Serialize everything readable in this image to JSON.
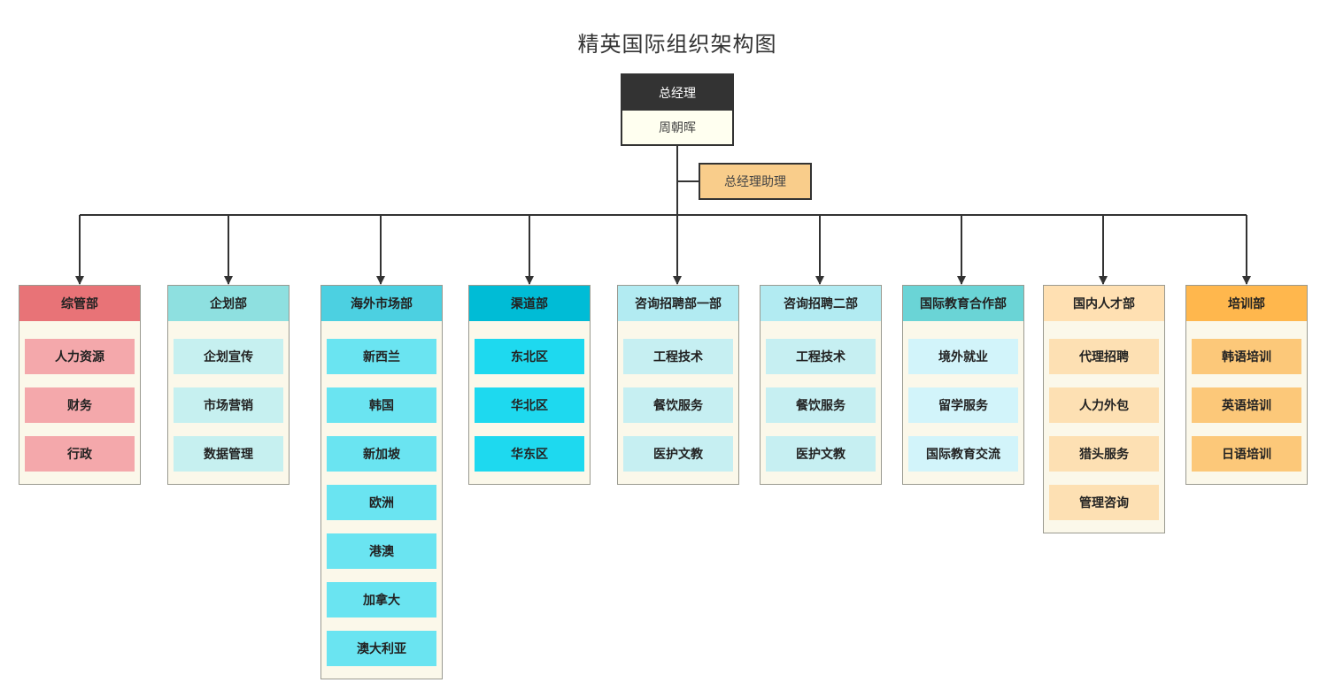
{
  "title": "精英国际组织架构图",
  "general_manager": {
    "role": "总经理",
    "name": "周朝晖"
  },
  "assistant": "总经理助理",
  "departments": [
    {
      "name": "综管部",
      "head_color": "#e87377",
      "item_color": "#f4a8ab",
      "items": [
        "人力资源",
        "财务",
        "行政"
      ]
    },
    {
      "name": "企划部",
      "head_color": "#8ee0e0",
      "item_color": "#c6f0f0",
      "items": [
        "企划宣传",
        "市场营销",
        "数据管理"
      ]
    },
    {
      "name": "海外市场部",
      "head_color": "#4cd0e1",
      "item_color": "#6ae4f1",
      "items": [
        "新西兰",
        "韩国",
        "新加坡",
        "欧洲",
        "港澳",
        "加拿大",
        "澳大利亚"
      ]
    },
    {
      "name": "渠道部",
      "head_color": "#00bcd6",
      "item_color": "#1ed9ef",
      "items": [
        "东北区",
        "华北区",
        "华东区"
      ]
    },
    {
      "name": "咨询招聘部一部",
      "head_color": "#b2ebf2",
      "item_color": "#c6eff2",
      "items": [
        "工程技术",
        "餐饮服务",
        "医护文教"
      ]
    },
    {
      "name": "咨询招聘二部",
      "head_color": "#b2ebf2",
      "item_color": "#c6eff2",
      "items": [
        "工程技术",
        "餐饮服务",
        "医护文教"
      ]
    },
    {
      "name": "国际教育合作部",
      "head_color": "#6ad4d6",
      "item_color": "#d2f4fa",
      "items": [
        "境外就业",
        "留学服务",
        "国际教育交流"
      ]
    },
    {
      "name": "国内人才部",
      "head_color": "#ffe0b2",
      "item_color": "#fde0b3",
      "items": [
        "代理招聘",
        "人力外包",
        "猎头服务",
        "管理咨询"
      ]
    },
    {
      "name": "培训部",
      "head_color": "#ffb74d",
      "item_color": "#fcc879",
      "items": [
        "韩语培训",
        "英语培训",
        "日语培训"
      ]
    }
  ]
}
